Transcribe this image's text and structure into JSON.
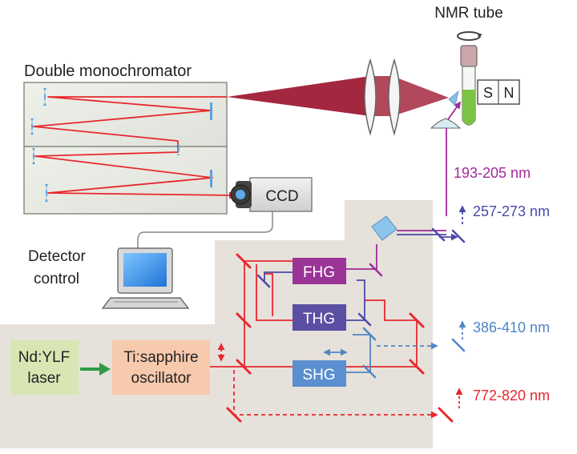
{
  "labels": {
    "nmr_tube": "NMR tube",
    "double_monochromator": "Double monochromator",
    "magnet_s": "S",
    "magnet_n": "N",
    "ccd": "CCD",
    "detector_control_line1": "Detector",
    "detector_control_line2": "control",
    "wl_193": "193-205 nm",
    "wl_257": "257-273 nm",
    "wl_386": "386-410 nm",
    "wl_772": "772-820 nm",
    "fhg": "FHG",
    "thg": "THG",
    "shg": "SHG",
    "ndylf_line1": "Nd:YLF",
    "ndylf_line2": "laser",
    "tisapph_line1": "Ti:sapphire",
    "tisapph_line2": "oscillator"
  },
  "colors": {
    "fundamental_red": "#e8282e",
    "uv_purple": "#a02a9a",
    "deep_uv_blue": "#4a4aa8",
    "blue_386": "#4f86c6",
    "raman_beam": "#a3283f",
    "fhg_box": "#9b3497",
    "thg_box": "#5a4fa3",
    "shg_box": "#5b8fd0",
    "ndylf_box": "#d7e6b3",
    "tisapph_box": "#f7c9ad",
    "panel_bg": "#e6e1da",
    "sample_green": "#7cc243",
    "pump_arrow_green": "#2e9b47"
  }
}
